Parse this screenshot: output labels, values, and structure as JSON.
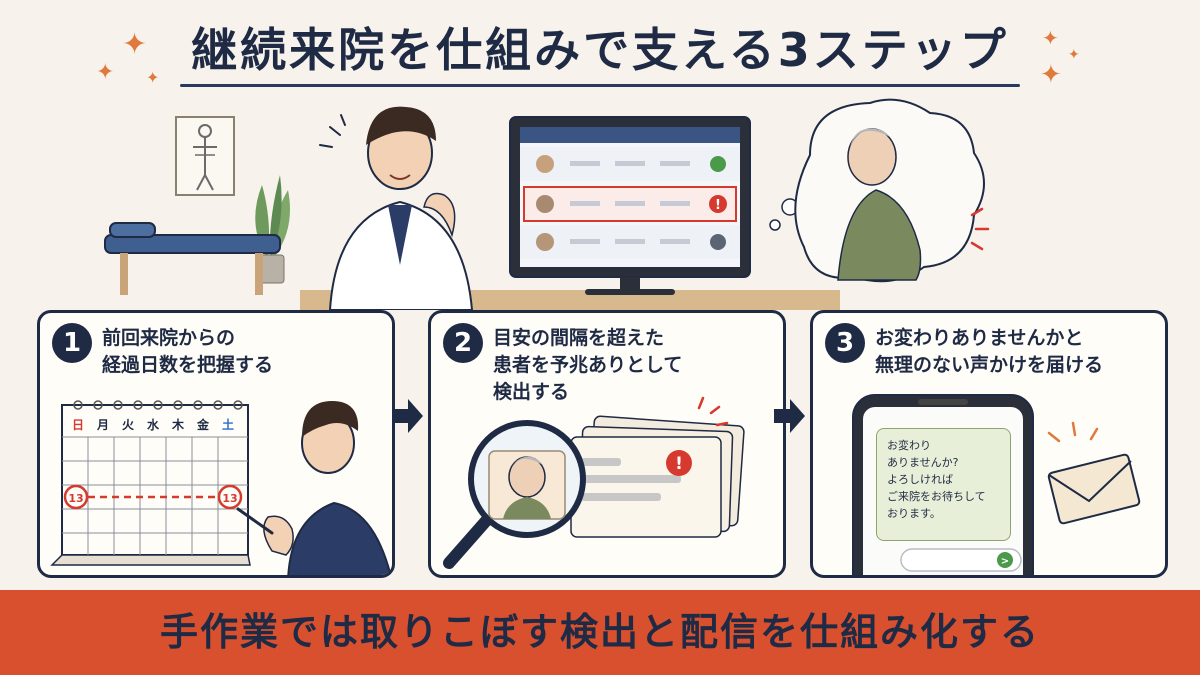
{
  "title": "継続来院を仕組みで支える3ステップ",
  "calendar": {
    "weekdays": [
      "日",
      "月",
      "火",
      "水",
      "木",
      "金",
      "土"
    ],
    "marked_day": "13"
  },
  "steps": [
    {
      "number": "1",
      "lines": [
        "前回来院からの",
        "経過日数を把握する"
      ]
    },
    {
      "number": "2",
      "lines": [
        "目安の間隔を超えた",
        "患者を予兆ありとして",
        "検出する"
      ]
    },
    {
      "number": "3",
      "lines": [
        "お変わりありませんかと",
        "無理のない声かけを届ける"
      ]
    }
  ],
  "message": {
    "lines": [
      "お変わり",
      "ありませんか?",
      "よろしければ",
      "ご来院をお待ちして",
      "おります。"
    ]
  },
  "banner": "手作業では取りこぼす検出と配信を仕組み化する",
  "colors": {
    "navy": "#1f2a44",
    "accent": "#d9502f",
    "alert": "#d63a2f",
    "ok": "#4a9a4a",
    "sparkle": "#e07a3c"
  }
}
